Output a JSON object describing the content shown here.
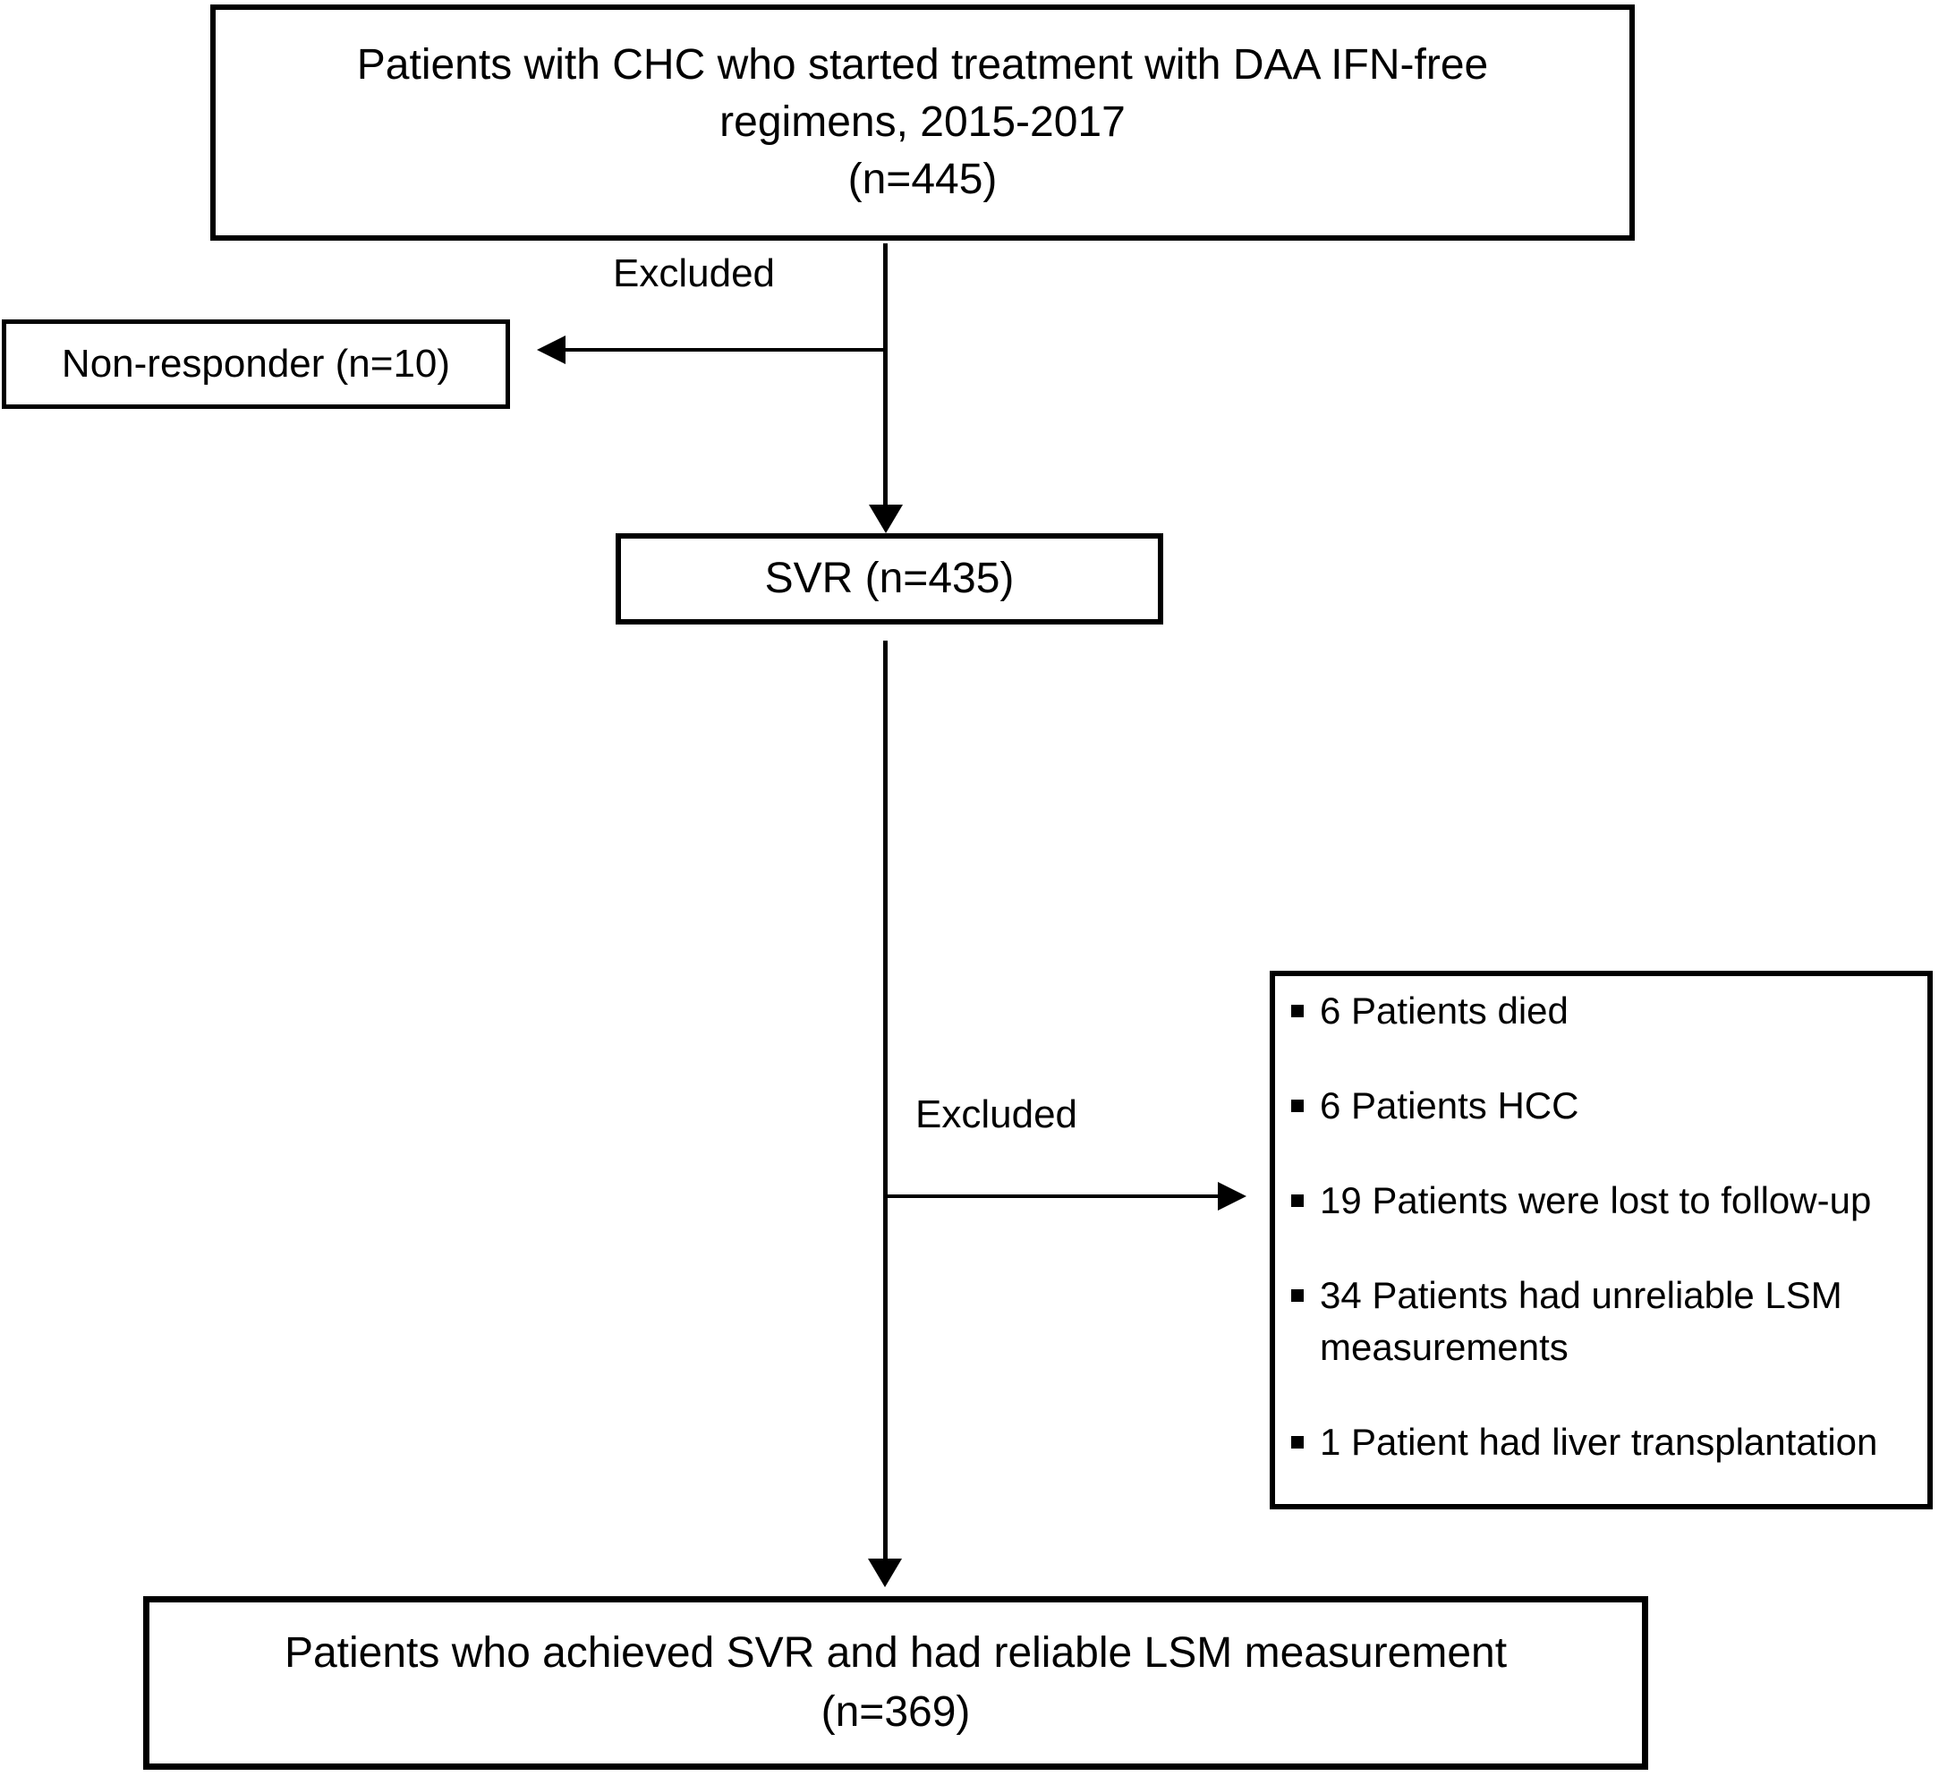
{
  "flow": {
    "colors": {
      "ink": "#000000",
      "background": "#ffffff"
    },
    "top_box": {
      "lines": [
        "Patients with CHC who started treatment with DAA IFN-free",
        "regimens, 2015-2017",
        "(n=445)"
      ]
    },
    "labels": {
      "excluded_upper": "Excluded",
      "excluded_lower": "Excluded"
    },
    "non_responder_box": {
      "label": "Non-responder (n=10)"
    },
    "svr_box": {
      "label": "SVR (n=435)"
    },
    "exclusion_box": {
      "items": [
        [
          "6 Patients died"
        ],
        [
          "6 Patients HCC"
        ],
        [
          "19 Patients were lost to follow-up"
        ],
        [
          "34 Patients had unreliable LSM",
          "measurements"
        ],
        [
          "1 Patient had liver transplantation"
        ]
      ]
    },
    "final_box": {
      "lines": [
        "Patients who achieved SVR and had reliable LSM measurement",
        "(n=369)"
      ]
    }
  }
}
